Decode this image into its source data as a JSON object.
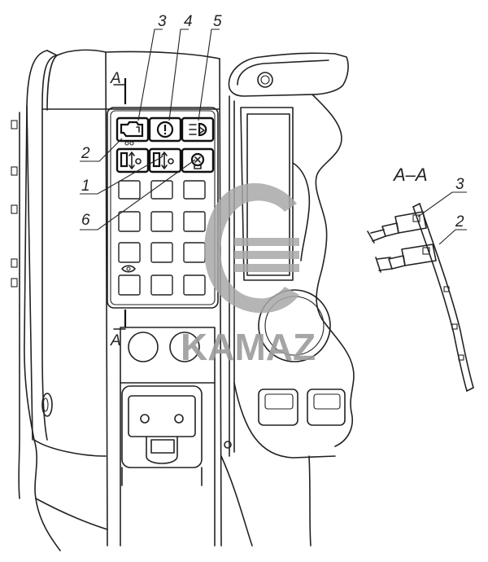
{
  "callouts": {
    "c3": "3",
    "c4": "4",
    "c5": "5",
    "c2": "2",
    "c1": "1",
    "c6": "6"
  },
  "section_marks": {
    "top": "A",
    "bottom": "A"
  },
  "section_view": {
    "title": "A–A",
    "c3": "3",
    "c2": "2"
  },
  "watermark": {
    "text": "KAMAZ"
  },
  "icons": {
    "engine": "engine-check-icon",
    "brake": "brake-warning-icon",
    "lamp": "lamp-icon",
    "axle_a": "axle-lock-icon",
    "axle_b": "axle-lock-icon",
    "bulb": "bulb-icon"
  },
  "colors": {
    "line": "#222222",
    "watermark": "#a8a8a8"
  }
}
